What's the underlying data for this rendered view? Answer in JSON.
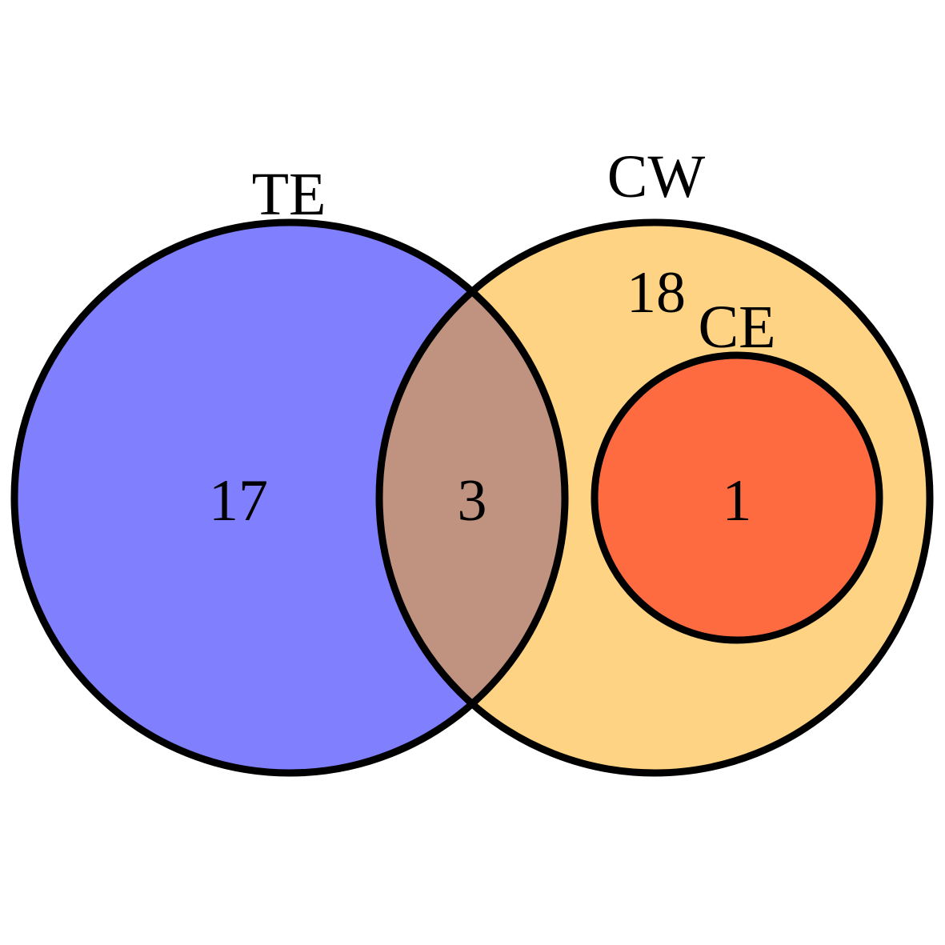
{
  "diagram": {
    "type": "venn",
    "sets": [
      {
        "id": "te",
        "label": "TE",
        "color": "#8080ff"
      },
      {
        "id": "cw",
        "label": "CW",
        "color": "#fed383"
      },
      {
        "id": "ce",
        "label": "CE",
        "color": "#ff6b40"
      }
    ],
    "regions": {
      "te_only": {
        "count": "17"
      },
      "te_cw": {
        "count": "3",
        "color": "#bf9380"
      },
      "cw_only": {
        "count": "18"
      },
      "ce": {
        "count": "1"
      }
    }
  }
}
